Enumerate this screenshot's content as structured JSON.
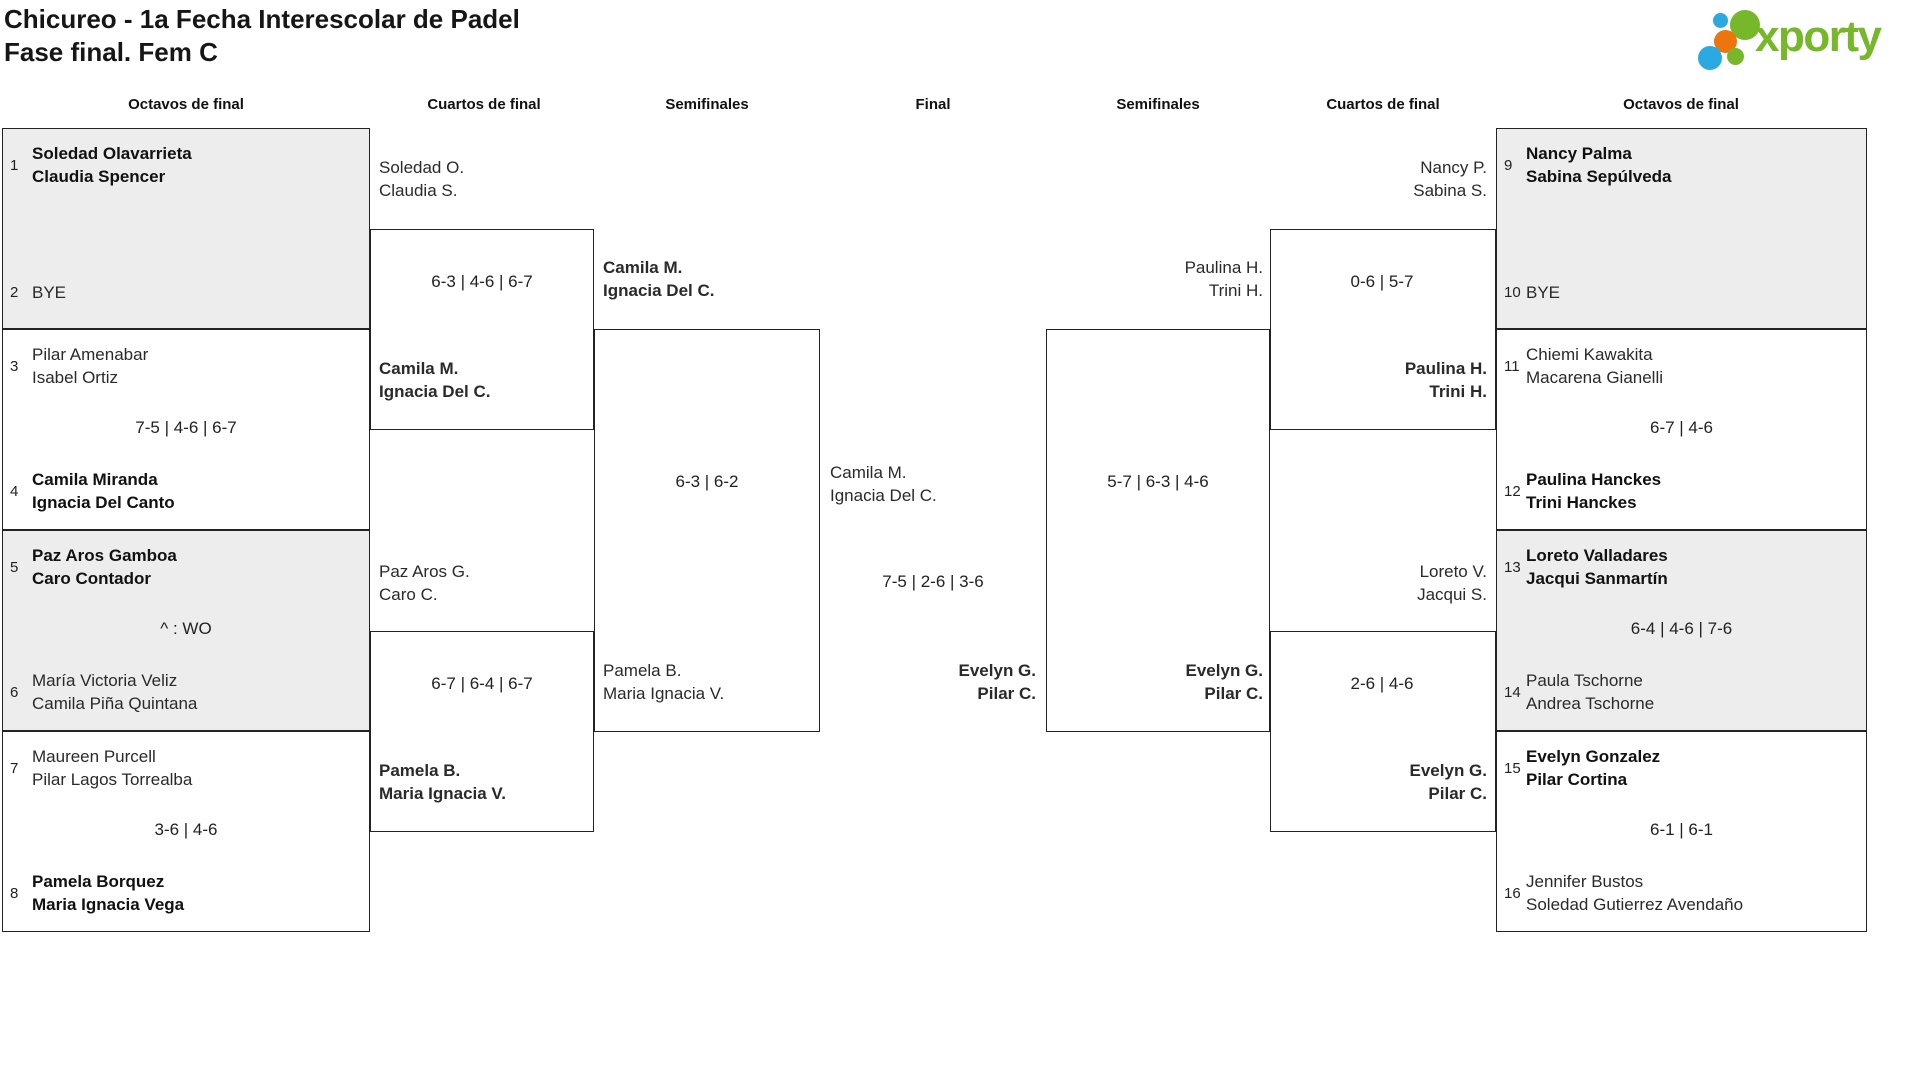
{
  "title": {
    "line1": "Chicureo - 1a Fecha Interescolar de Padel",
    "line2": "Fase final. Fem C"
  },
  "logo": {
    "brand": "xporty",
    "colors": {
      "green": "#76b82a",
      "blue": "#2ba9e1",
      "orange": "#ec750e"
    }
  },
  "colors": {
    "shaded_box": "#ededed",
    "border": "#232323",
    "text": "#222222"
  },
  "round_headers": [
    "Octavos de final",
    "Cuartos de final",
    "Semifinales",
    "Final",
    "Semifinales",
    "Cuartos de final",
    "Octavos de final"
  ],
  "bracket": {
    "of_left": [
      {
        "top": {
          "seed": "1",
          "name": "Soledad Olavarrieta\nClaudia Spencer",
          "bold": true
        },
        "score": "",
        "bottom": {
          "seed": "2",
          "name": "BYE",
          "bold": false
        }
      },
      {
        "top": {
          "seed": "3",
          "name": "Pilar Amenabar\nIsabel Ortiz",
          "bold": false
        },
        "score": "7-5 | 4-6 | 6-7",
        "bottom": {
          "seed": "4",
          "name": "Camila Miranda\nIgnacia Del Canto",
          "bold": true
        }
      },
      {
        "top": {
          "seed": "5",
          "name": "Paz Aros Gamboa\nCaro Contador",
          "bold": true
        },
        "score": "^ : WO",
        "bottom": {
          "seed": "6",
          "name": "María Victoria Veliz\nCamila Piña Quintana",
          "bold": false
        }
      },
      {
        "top": {
          "seed": "7",
          "name": "Maureen Purcell\nPilar Lagos Torrealba",
          "bold": false
        },
        "score": "3-6 | 4-6",
        "bottom": {
          "seed": "8",
          "name": "Pamela Borquez\nMaria Ignacia Vega",
          "bold": true
        }
      }
    ],
    "of_right": [
      {
        "top": {
          "seed": "9",
          "name": "Nancy Palma\nSabina Sepúlveda",
          "bold": true
        },
        "score": "",
        "bottom": {
          "seed": "10",
          "name": "BYE",
          "bold": false
        }
      },
      {
        "top": {
          "seed": "11",
          "name": "Chiemi Kawakita\nMacarena Gianelli",
          "bold": false
        },
        "score": "6-7 | 4-6",
        "bottom": {
          "seed": "12",
          "name": "Paulina Hanckes\nTrini Hanckes",
          "bold": true
        }
      },
      {
        "top": {
          "seed": "13",
          "name": "Loreto Valladares\nJacqui Sanmartín",
          "bold": true
        },
        "score": "6-4 | 4-6 | 7-6",
        "bottom": {
          "seed": "14",
          "name": "Paula Tschorne\nAndrea Tschorne",
          "bold": false
        }
      },
      {
        "top": {
          "seed": "15",
          "name": "Evelyn Gonzalez\nPilar Cortina",
          "bold": true
        },
        "score": "6-1 | 6-1",
        "bottom": {
          "seed": "16",
          "name": "Jennifer Bustos\nSoledad Gutierrez Avendaño",
          "bold": false
        }
      }
    ],
    "qf_left": [
      {
        "top": {
          "name": "Soledad O.\nClaudia S.",
          "bold": false
        },
        "score": "6-3 | 4-6 | 6-7",
        "bottom": {
          "name": "Camila M.\nIgnacia Del C.",
          "bold": true
        }
      },
      {
        "top": {
          "name": "Paz Aros G.\nCaro C.",
          "bold": false
        },
        "score": "6-7 | 6-4 | 6-7",
        "bottom": {
          "name": "Pamela B.\nMaria Ignacia V.",
          "bold": true
        }
      }
    ],
    "qf_right": [
      {
        "top": {
          "name": "Nancy P.\nSabina S.",
          "bold": false
        },
        "score": "0-6 | 5-7",
        "bottom": {
          "name": "Paulina H.\nTrini H.",
          "bold": true
        }
      },
      {
        "top": {
          "name": "Loreto V.\nJacqui S.",
          "bold": false
        },
        "score": "2-6 | 4-6",
        "bottom": {
          "name": "Evelyn G.\nPilar C.",
          "bold": true
        }
      }
    ],
    "sf_left": {
      "top": {
        "name": "Camila M.\nIgnacia Del C.",
        "bold": true
      },
      "score": "6-3 | 6-2",
      "bottom": {
        "name": "Pamela B.\nMaria Ignacia V.",
        "bold": false
      }
    },
    "sf_right": {
      "top": {
        "name": "Paulina H.\nTrini H.",
        "bold": false
      },
      "score": "5-7 | 6-3 | 4-6",
      "bottom": {
        "name": "Evelyn G.\nPilar C.",
        "bold": true
      }
    },
    "final": {
      "top": {
        "name": "Camila M.\nIgnacia Del C.",
        "bold": false
      },
      "score": "7-5 | 2-6 | 3-6",
      "bottom": {
        "name": "Evelyn G.\nPilar C.",
        "bold": true
      }
    }
  }
}
